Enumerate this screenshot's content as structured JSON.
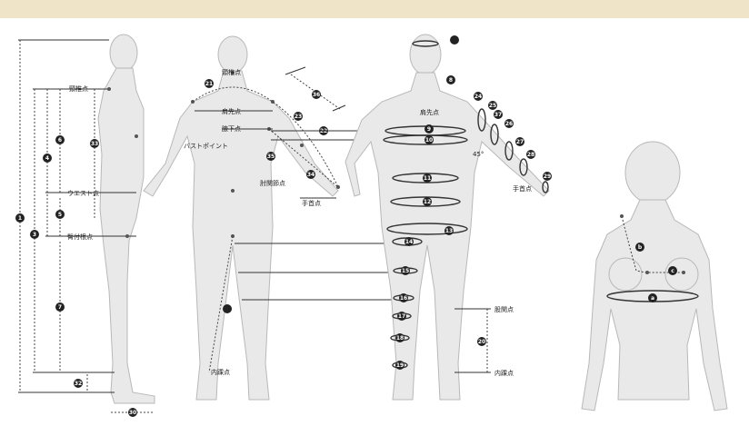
{
  "labels": {
    "kei_ten": "頸椎点",
    "kata_ten_left": "肩先点",
    "kata_ten_right": "肩先点",
    "waki_ten": "腋下点",
    "bust_point": "バストポイント",
    "waist": "ウエスト点",
    "kakato": "臀付根点",
    "hiji": "肘関節点",
    "tekubi_ten_left": "手首点",
    "tekubi_ten_right": "手首点",
    "kuruma": "股関点",
    "naika_left": "内踝点",
    "naika_right": "内踝点",
    "kanran": "股関点",
    "angle": "45°"
  },
  "numbers": {
    "n1": "1",
    "n3": "3",
    "n4": "4",
    "n5": "5",
    "n6": "6",
    "n7": "7",
    "n8": "8",
    "n9": "9",
    "n10": "10",
    "n11": "11",
    "n12": "12",
    "n13": "13",
    "n14": "14",
    "n15": "15",
    "n16": "16",
    "n17": "17",
    "n18": "18",
    "n19": "19",
    "n20": "20",
    "n21": "21",
    "n22": "22",
    "n23": "23",
    "n24": "24",
    "n25": "25",
    "n26": "26",
    "n27": "27",
    "n28": "28",
    "n29": "29",
    "n30": "30",
    "n32": "32",
    "n33": "33",
    "n34": "34",
    "n35": "35",
    "n36": "36",
    "n37": "37",
    "na": "a",
    "nb": "b",
    "nc": "c"
  }
}
